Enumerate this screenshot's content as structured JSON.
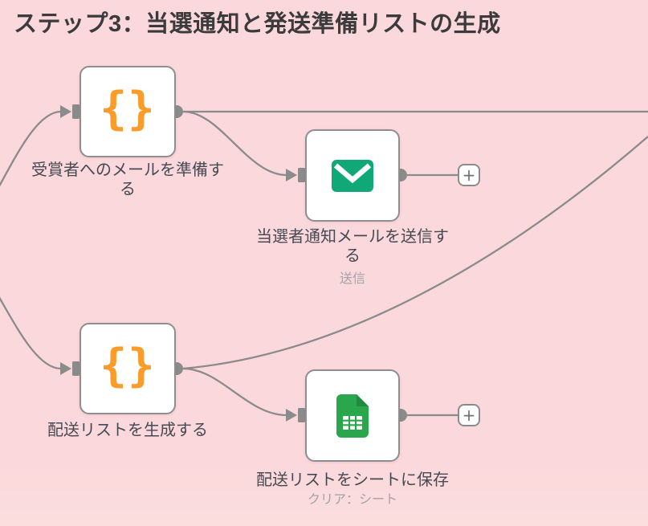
{
  "title": "ステップ3：当選通知と発送準備リストの生成",
  "nodes": [
    {
      "id": "prepare-winner-email",
      "type": "code",
      "icon": "code-braces-icon",
      "icon_glyph": "{}",
      "label": "受賞者へのメールを準備する"
    },
    {
      "id": "send-winner-notification-mail",
      "type": "email-send",
      "icon": "envelope-icon",
      "label": "当選者通知メールを送信する",
      "subtitle": "送信"
    },
    {
      "id": "generate-delivery-list",
      "type": "code",
      "icon": "code-braces-icon",
      "icon_glyph": "{}",
      "label": "配送リストを生成する"
    },
    {
      "id": "save-delivery-list-to-sheet",
      "type": "google-sheets",
      "icon": "google-sheets-icon",
      "label": "配送リストをシートに保存",
      "subtitle": "クリア：シート"
    }
  ],
  "add_button_label": "+",
  "colors": {
    "canvas_background": "#fbd8db",
    "connection_gray": "#8b8b8b",
    "node_border": "#8e8e8e",
    "code_icon_orange": "#f99c2a",
    "email_icon_green": "#10a877",
    "sheets_icon_green": "#2aa64c",
    "sheets_fold_green": "#1f8b3e",
    "title_text": "#3b3b3d",
    "label_text": "#454a54",
    "subtitle_text": "#a3a3a8"
  }
}
